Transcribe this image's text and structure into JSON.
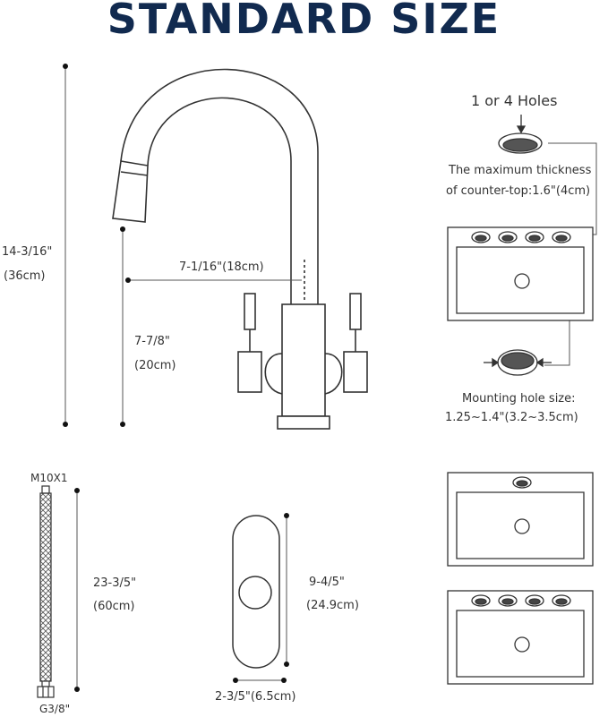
{
  "title": "STANDARD SIZE",
  "faucet": {
    "total_height": "14-3/16\"",
    "total_height_cm": "(36cm)",
    "reach": "7-1/16\"(18cm)",
    "spout_height": "7-7/8\"",
    "spout_height_cm": "(20cm)"
  },
  "holes": {
    "label": "1  or 4 Holes",
    "thickness_line1": "The maximum thickness",
    "thickness_line2": "of counter-top:1.6\"(4cm)",
    "mount_line1": "Mounting hole size:",
    "mount_line2": "1.25~1.4\"(3.2~3.5cm)"
  },
  "hose": {
    "top_thread": "M10X1",
    "length": "23-3/5\"",
    "length_cm": "(60cm)",
    "bottom_thread": "G3/8\""
  },
  "plate": {
    "height": "9-4/5\"",
    "height_cm": "(24.9cm)",
    "width": "2-3/5\"(6.5cm)"
  },
  "colors": {
    "title": "#112a4f",
    "line": "#333333",
    "dimension": "#555555"
  }
}
